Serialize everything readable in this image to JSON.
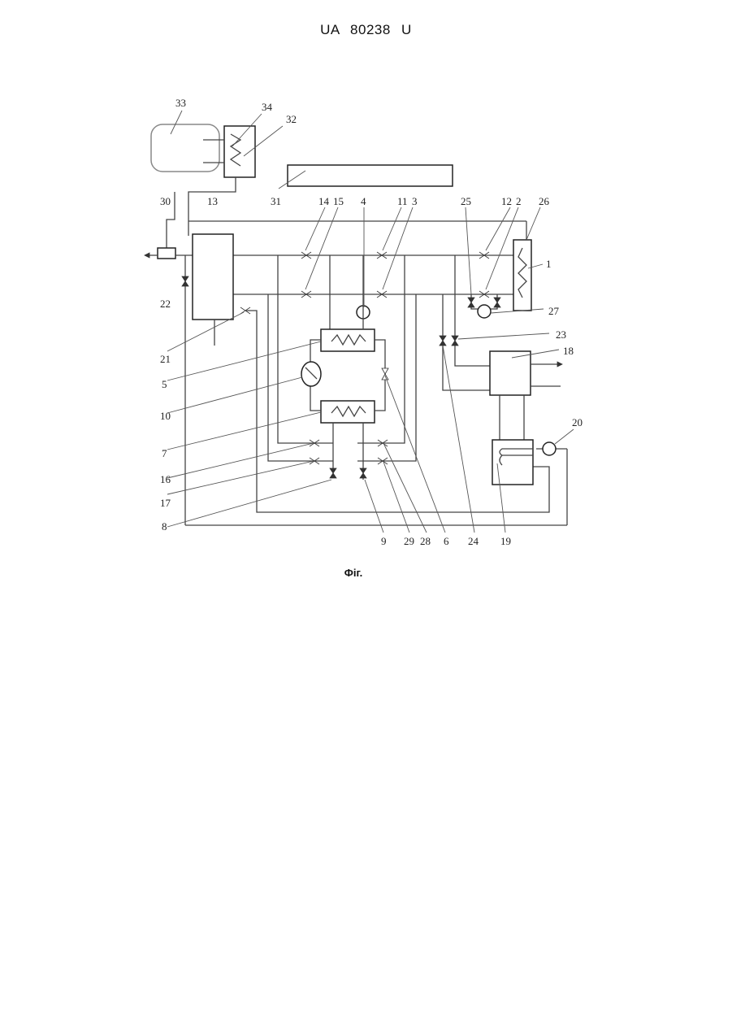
{
  "header": {
    "text": "UA   80238   U"
  },
  "caption": "Фіг.",
  "labels": {
    "l1": "1",
    "l2": "2",
    "l3": "3",
    "l4": "4",
    "l5": "5",
    "l6": "6",
    "l7": "7",
    "l8": "8",
    "l9": "9",
    "l10": "10",
    "l11": "11",
    "l12": "12",
    "l13": "13",
    "l14": "14",
    "l15": "15",
    "l16": "16",
    "l17": "17",
    "l18": "18",
    "l19": "19",
    "l20": "20",
    "l21": "21",
    "l22": "22",
    "l23": "23",
    "l24": "24",
    "l25": "25",
    "l26": "26",
    "l27": "27",
    "l28": "28",
    "l29": "29",
    "l30": "30",
    "l31": "31",
    "l32": "32",
    "l33": "33",
    "l34": "34"
  }
}
